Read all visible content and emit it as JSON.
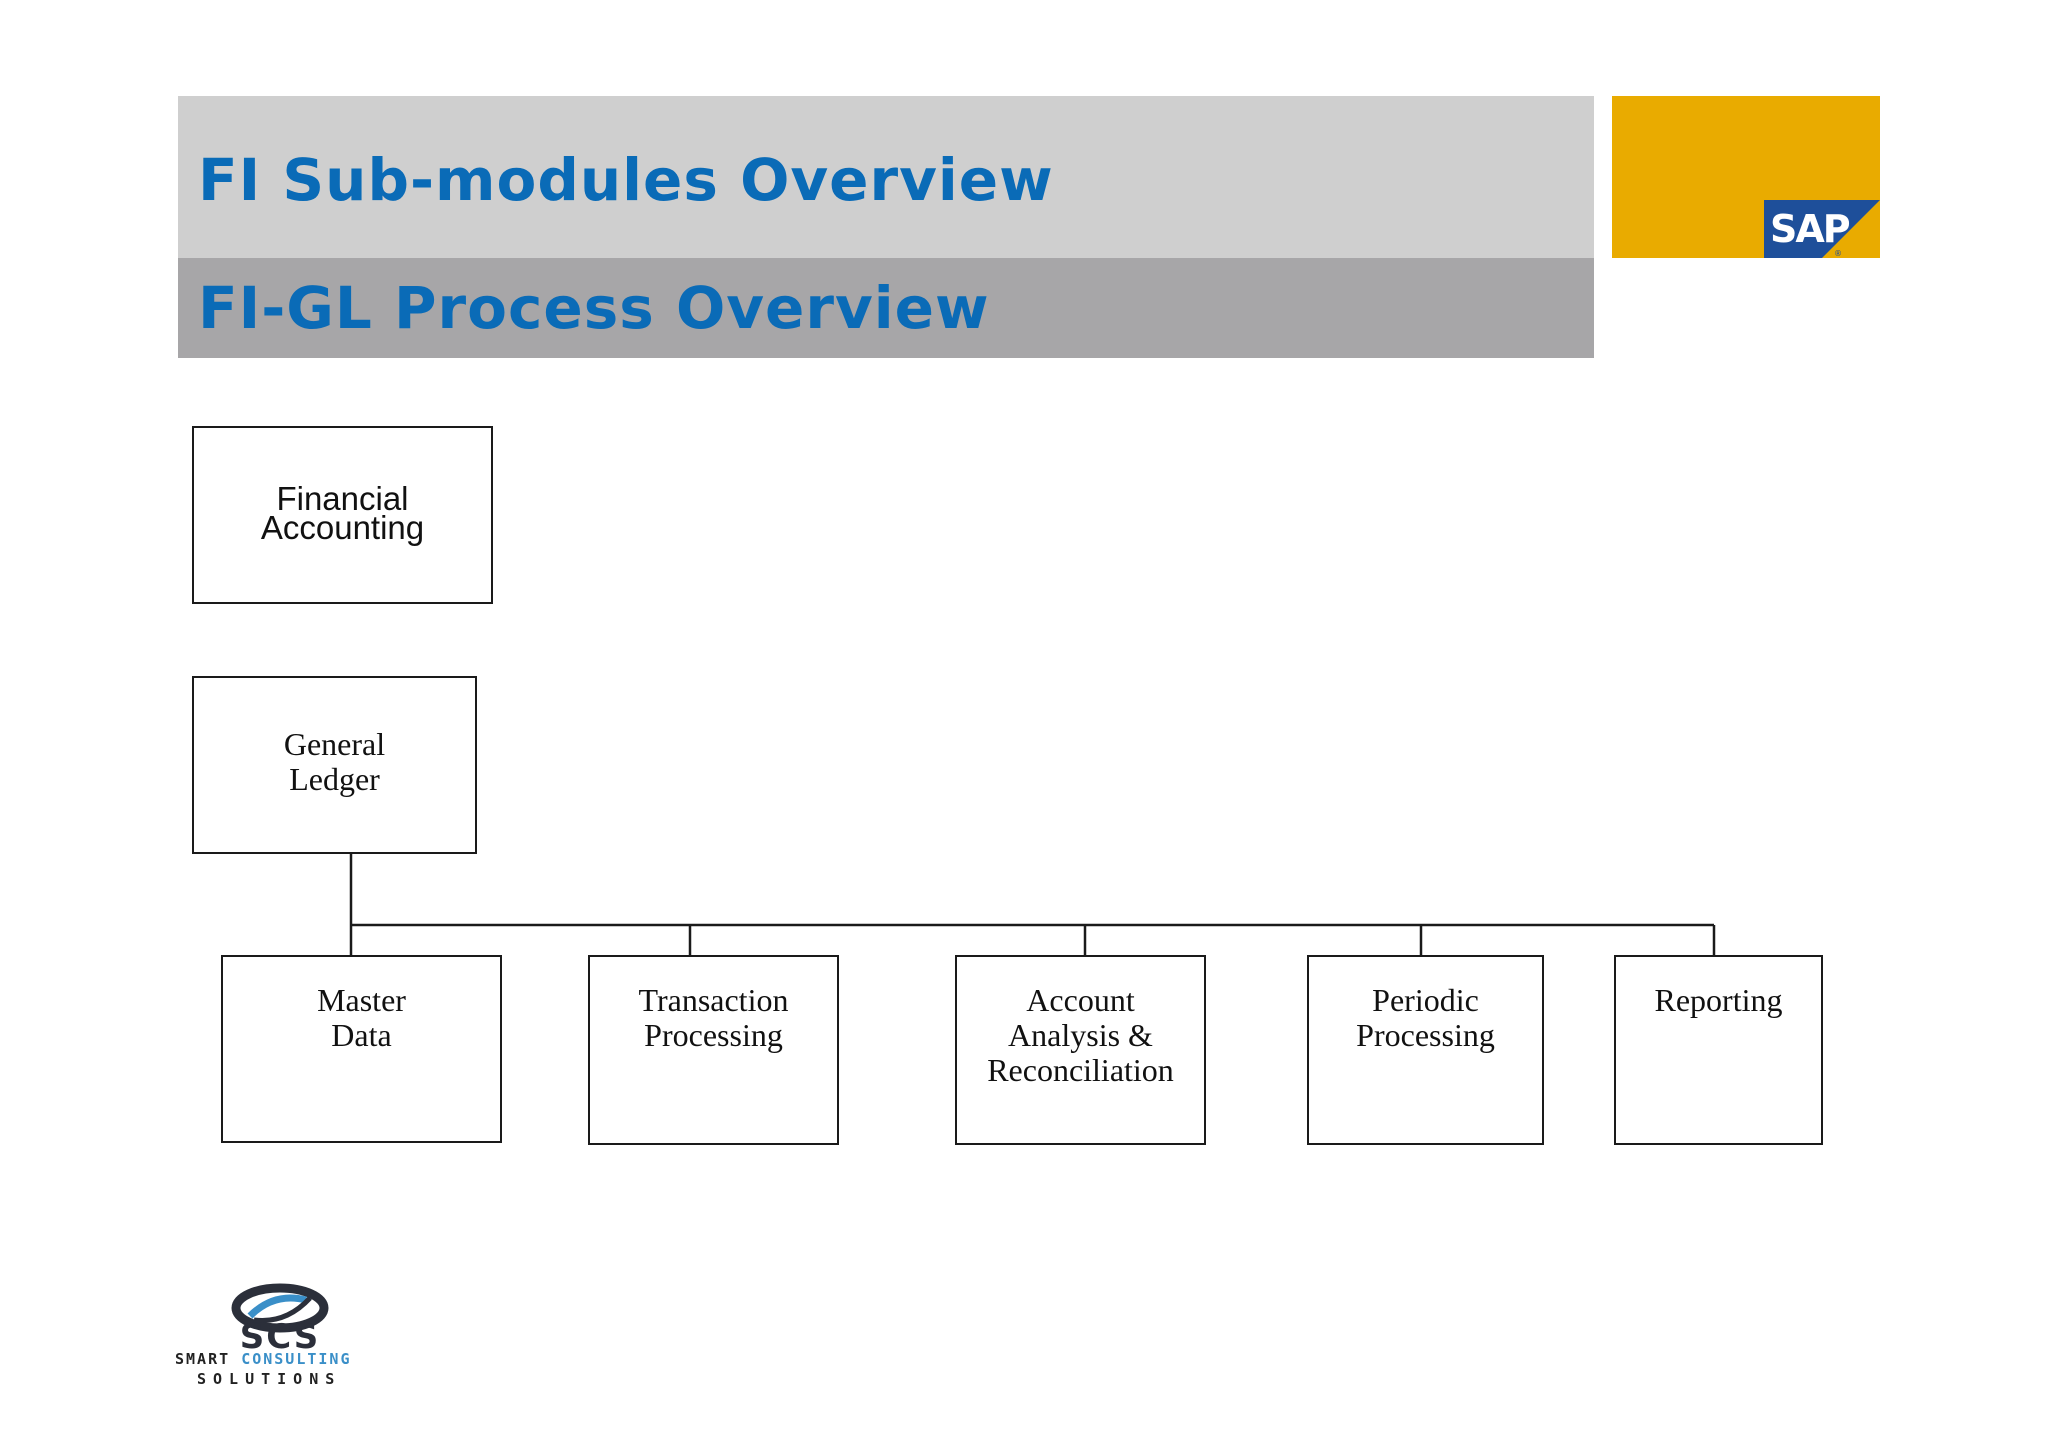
{
  "header": {
    "title": "FI Sub-modules Overview",
    "subtitle": "FI-GL Process Overview"
  },
  "brand": {
    "logo_text": "SAP",
    "accent_color": "#e9ab00",
    "logo_blue": "#1e4f9a",
    "title_color": "#0a6bb7"
  },
  "diagram": {
    "financial_accounting": {
      "line1": "Financial",
      "line2": "Accounting"
    },
    "general_ledger": {
      "line1": "General",
      "line2": "Ledger"
    },
    "children": [
      {
        "lines": [
          "Master",
          "Data"
        ]
      },
      {
        "lines": [
          "Transaction",
          "Processing"
        ]
      },
      {
        "lines": [
          "Account",
          "Analysis &",
          "Reconciliation"
        ]
      },
      {
        "lines": [
          "Periodic",
          "Processing"
        ]
      },
      {
        "lines": [
          "Reporting"
        ]
      }
    ]
  },
  "footer_logo": {
    "mark": "SCS",
    "word1": "SMART",
    "word2": "CONSULTING",
    "word3": "SOLUTIONS"
  }
}
